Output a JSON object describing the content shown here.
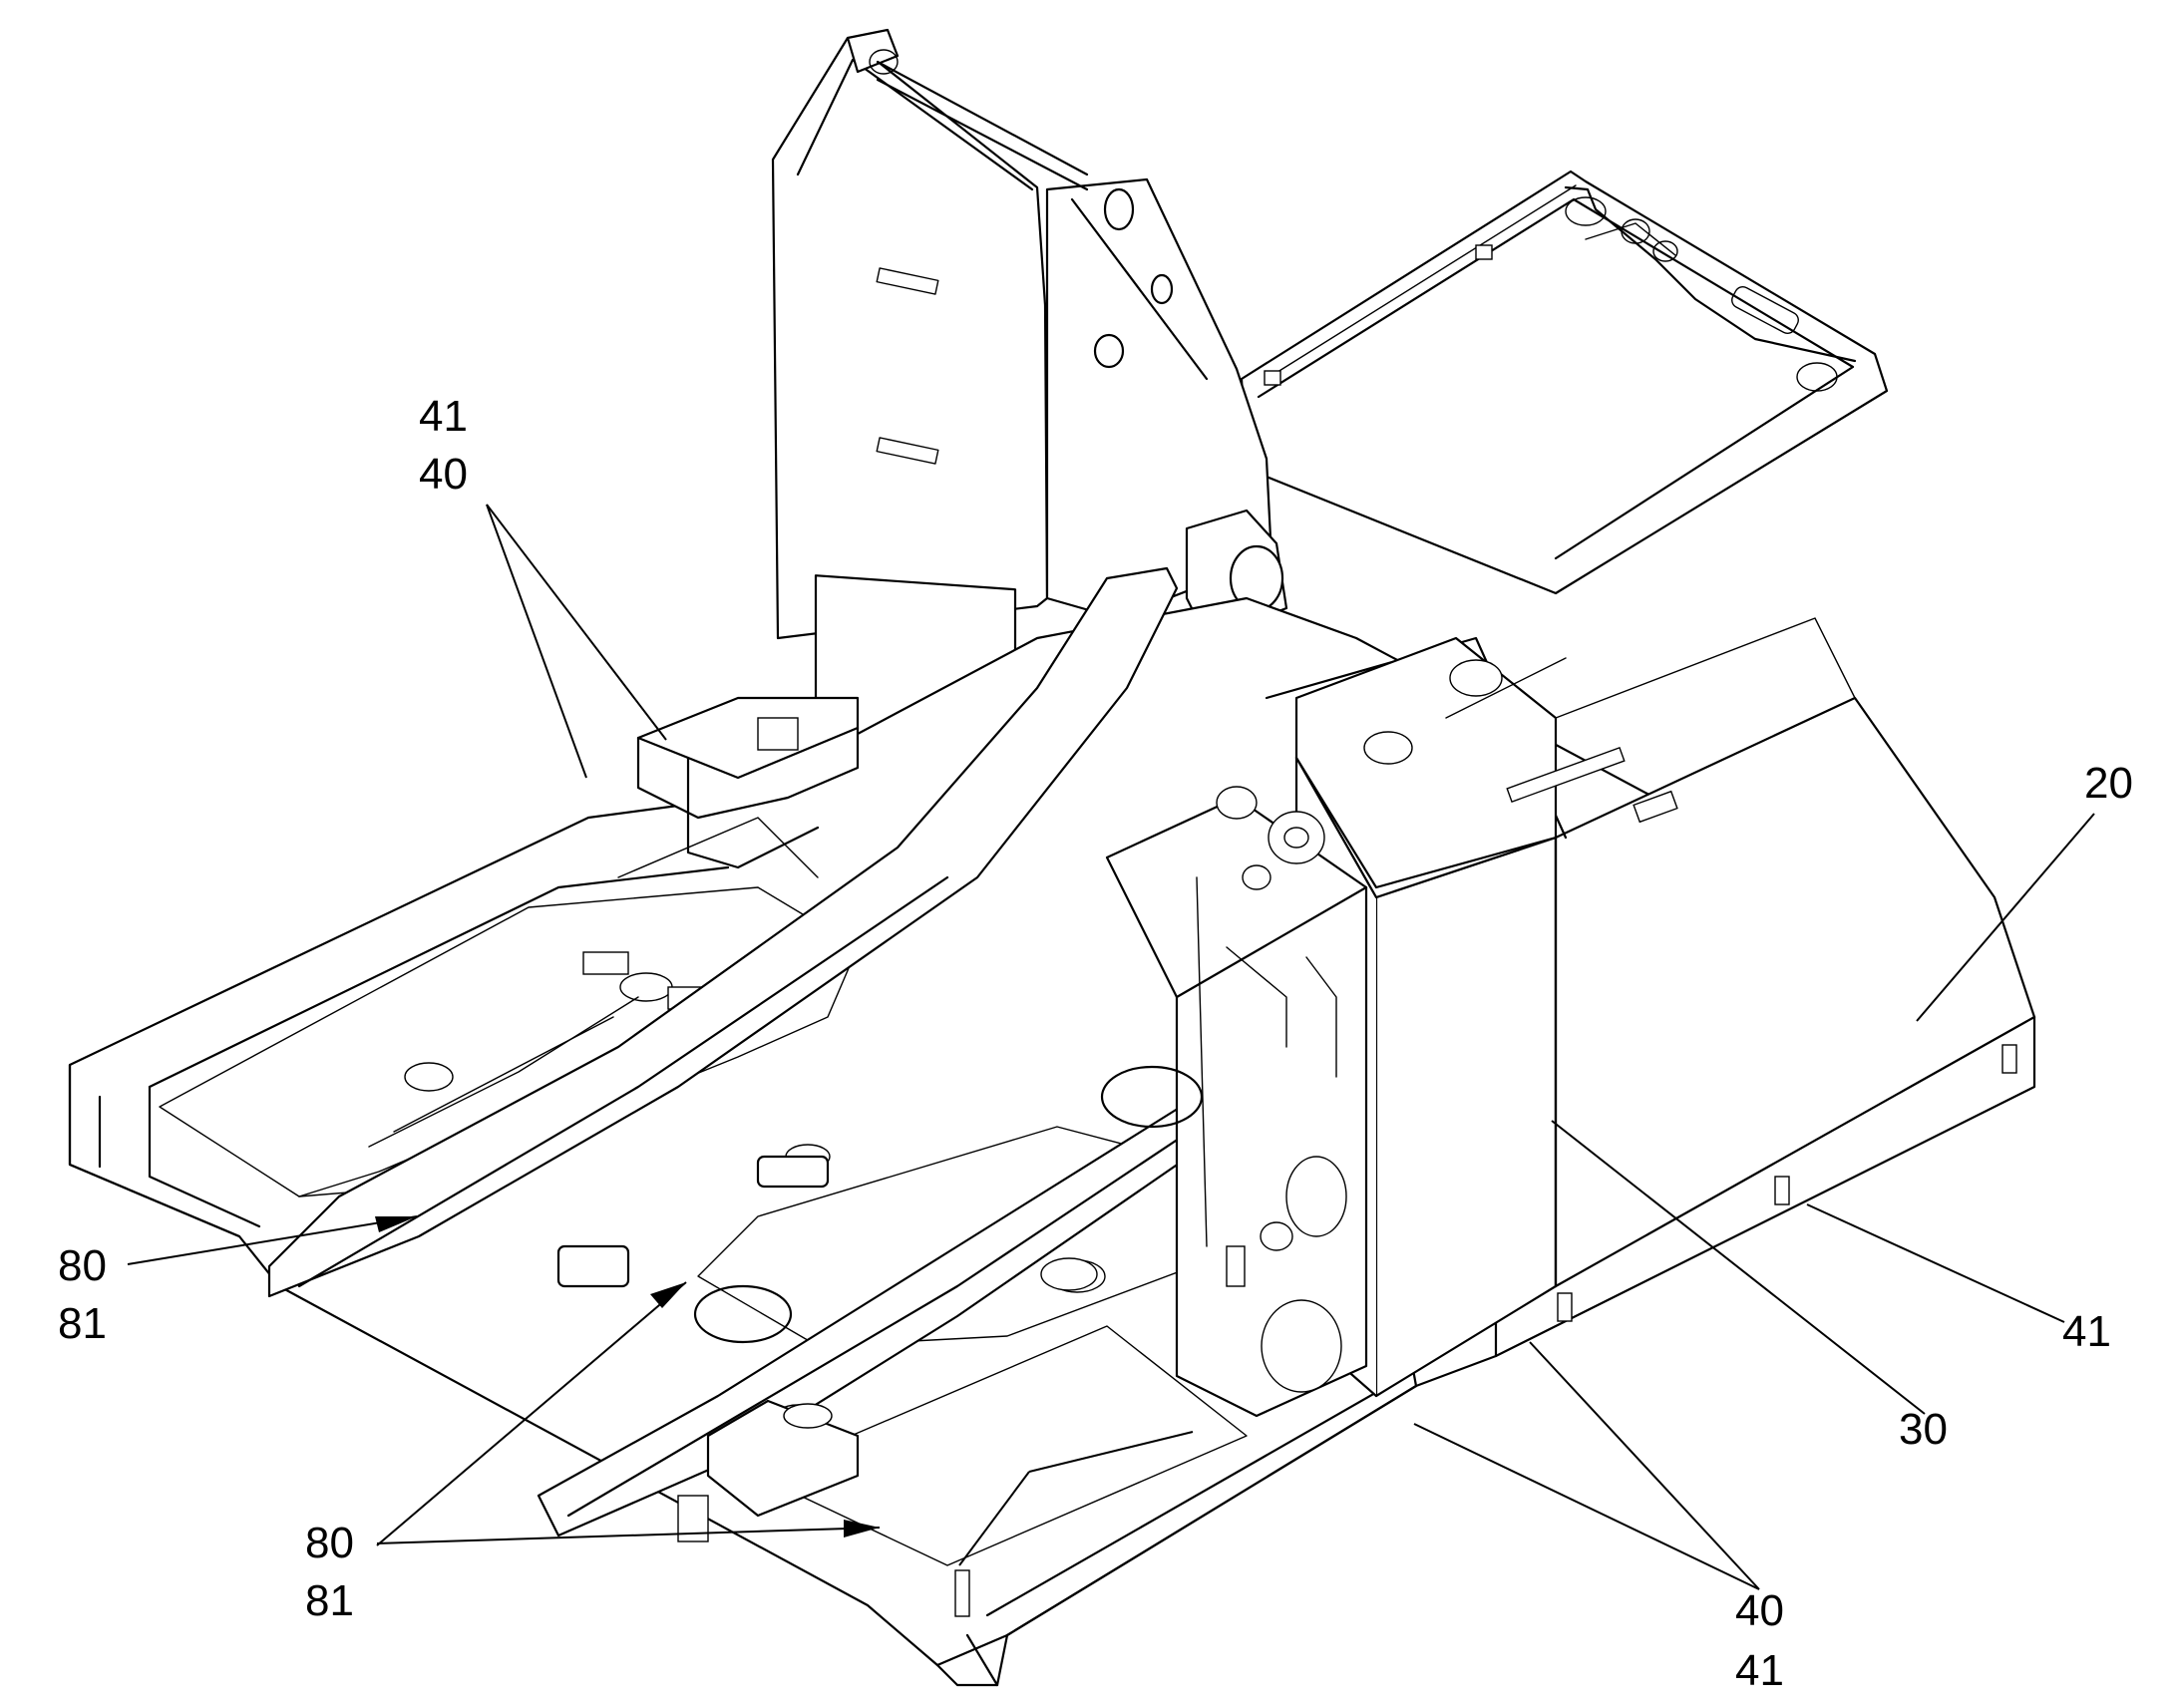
{
  "callouts": {
    "c_41_40_top": {
      "line1": "41",
      "line2": "40"
    },
    "c_20": "20",
    "c_41_right": "41",
    "c_30": "30",
    "c_40_41_bottom": {
      "line1": "40",
      "line2": "41"
    },
    "c_80_81_left": {
      "line1": "80",
      "line2": "81"
    },
    "c_80_81_bottom": {
      "line1": "80",
      "line2": "81"
    }
  }
}
